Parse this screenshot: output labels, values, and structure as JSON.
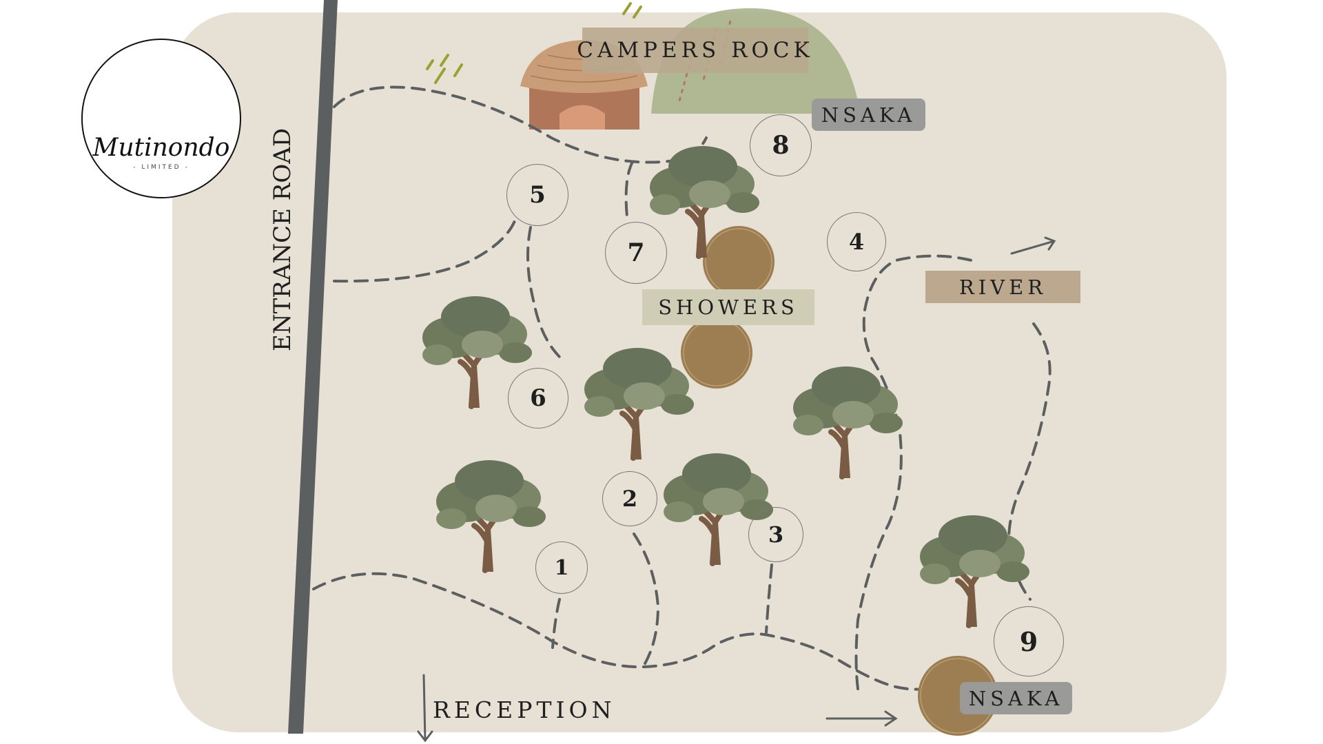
{
  "logo": {
    "name": "Mutinondo",
    "sub": "- LIMITED -"
  },
  "road": {
    "label": "ENTRANCE ROAD"
  },
  "labels": {
    "campers_rock": "CAMPERS ROCK",
    "nsaka_top": "NSAKA",
    "showers": "SHOWERS",
    "river": "RIVER",
    "nsaka_bottom": "NSAKA",
    "reception": "RECEPTION"
  },
  "sites": [
    "1",
    "2",
    "3",
    "4",
    "5",
    "6",
    "7",
    "8",
    "9"
  ],
  "icons": [
    "hut-icon",
    "tree-icon",
    "arrow-icon",
    "rock-icon"
  ],
  "colors": {
    "background": "#e6e0d5",
    "road": "#5c5f60",
    "path": "#5c5f60",
    "campers_rock_tag": "#b9a88e",
    "nsaka_tag": "#9a9a98",
    "showers_tag": "#cfcdb5",
    "river_tag": "#bba88f",
    "rock": "#a8b48c",
    "boulder": "#9c7e52",
    "hut_roof": "#c99d77",
    "hut_wall": "#b0765a",
    "tree_canopy": "#6f7a5c",
    "tree_trunk": "#7a5c44",
    "logo_sun": "#a0452d"
  }
}
